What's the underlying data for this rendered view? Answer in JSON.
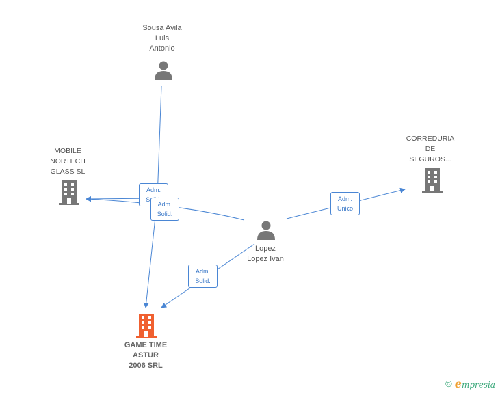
{
  "colors": {
    "edge": "#4a86d4",
    "person": "#777777",
    "company": "#777777",
    "main_company": "#f06030"
  },
  "nodes": {
    "sousa": {
      "lines": [
        "Sousa Avila",
        "Luis",
        "Antonio"
      ],
      "icon": "person-icon"
    },
    "mobile": {
      "lines": [
        "MOBILE",
        "NORTECH",
        "GLASS SL"
      ],
      "icon": "building-icon"
    },
    "correduria": {
      "lines": [
        "CORREDURIA",
        "DE",
        "SEGUROS..."
      ],
      "icon": "building-icon"
    },
    "lopez": {
      "lines": [
        "Lopez",
        "Lopez Ivan"
      ],
      "icon": "person-icon"
    },
    "game": {
      "lines": [
        "GAME TIME",
        "ASTUR",
        "2006 SRL"
      ],
      "icon": "building-icon"
    }
  },
  "edge_labels": {
    "sousa_mobile": [
      "Adm.",
      "Solid."
    ],
    "lopez_mobile": [
      "Adm.",
      "Solid."
    ],
    "lopez_game": [
      "Adm.",
      "Solid."
    ],
    "lopez_correduria": [
      "Adm.",
      "Unico"
    ]
  },
  "footer": {
    "copyright": "©",
    "brand_initial": "e",
    "brand_rest": "mpresia"
  }
}
